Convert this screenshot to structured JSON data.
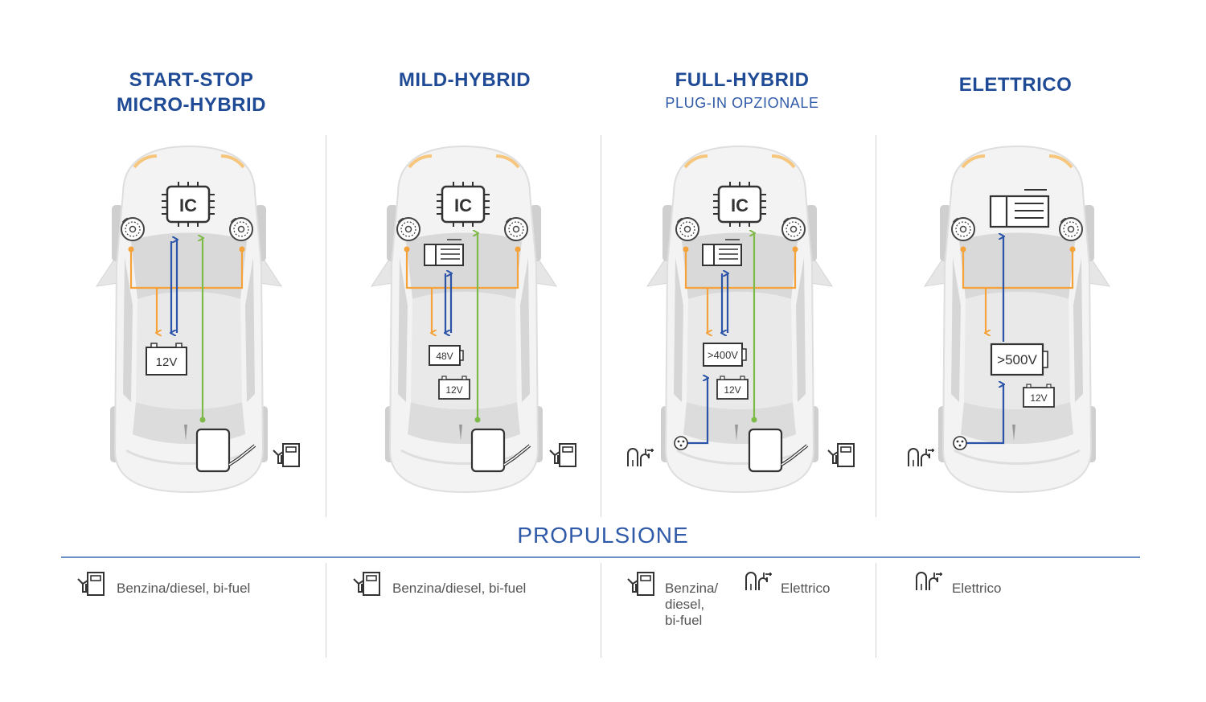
{
  "columns": [
    {
      "title_line1": "START-STOP",
      "title_line2": "MICRO-HYBRID",
      "subtitle": ""
    },
    {
      "title_line1": "MILD-HYBRID",
      "title_line2": "",
      "subtitle": ""
    },
    {
      "title_line1": "FULL-HYBRID",
      "title_line2": "",
      "subtitle": "PLUG-IN OPZIONALE"
    },
    {
      "title_line1": "ELETTRICO",
      "title_line2": "",
      "subtitle": ""
    }
  ],
  "engine_label": "IC",
  "batteries": {
    "c1_main": "12V",
    "c2_main": "48V",
    "c2_aux": "12V",
    "c3_main": ">400V",
    "c3_aux": "12V",
    "c4_main": ">500V",
    "c4_aux": "12V"
  },
  "propulsion": {
    "title": "PROPULSIONE",
    "c1_fuel": "Benzina/diesel, bi-fuel",
    "c2_fuel": "Benzina/diesel, bi-fuel",
    "c3_fuel_l1": "Benzina/",
    "c3_fuel_l2": "diesel,",
    "c3_fuel_l3": "bi-fuel",
    "c3_electric": "Elettrico",
    "c4_electric": "Elettrico"
  },
  "colors": {
    "title_blue": "#1f4a96",
    "orange": "#f5a23a",
    "blue_arrow": "#2b53a8",
    "green": "#7dba47",
    "car_body": "#f2f2f2"
  }
}
